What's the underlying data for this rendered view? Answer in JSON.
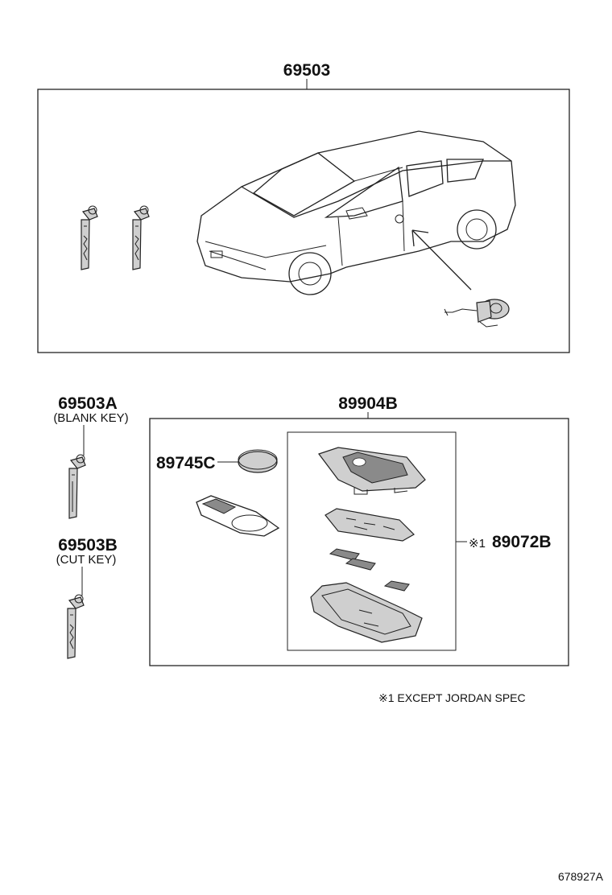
{
  "labels": {
    "part_kit": "69503",
    "part_blank_key": "69503A",
    "blank_key_desc": "(BLANK KEY)",
    "part_cut_key": "69503B",
    "cut_key_desc": "(CUT KEY)",
    "part_transmitter": "89904B",
    "part_battery": "89745C",
    "part_housing_mark": "※1",
    "part_housing": "89072B",
    "footnote": "※1 EXCEPT JORDAN SPEC",
    "illustration_id": "678927A"
  },
  "icons": [
    "car-illustration",
    "key-icon",
    "battery-icon",
    "gasket-icon",
    "key-fob-cover-icon",
    "circuit-board-icon",
    "key-fob-case-icon",
    "door-lock-cylinder-icon"
  ],
  "colors": {
    "line": "#222222",
    "shade": "#cfcfcf",
    "dark_shade": "#8a8a8a",
    "background": "#ffffff"
  }
}
